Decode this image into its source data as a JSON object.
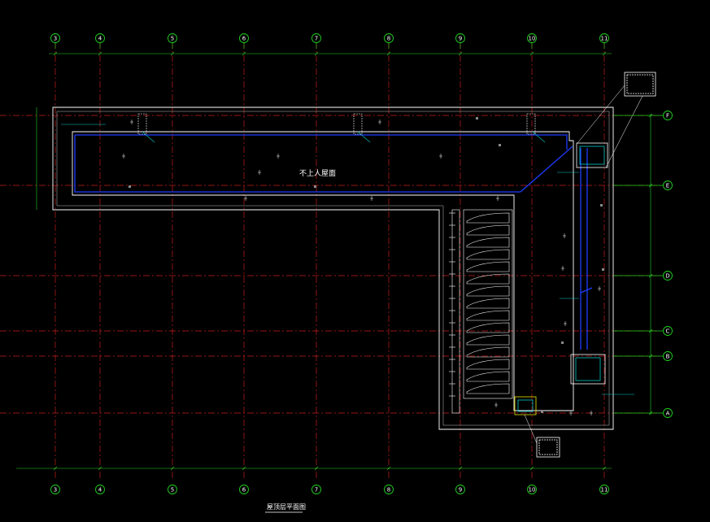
{
  "drawing": {
    "title": "屋顶层平面图",
    "roof_label": "不上人屋面",
    "col_axes": [
      "3",
      "4",
      "5",
      "6",
      "7",
      "8",
      "9",
      "10",
      "11"
    ],
    "row_axes": [
      "F",
      "E",
      "D",
      "C",
      "B",
      "A"
    ],
    "colors": {
      "background": "#000000",
      "axis_red": "#c81e1e",
      "axis_bubble": "#21d321",
      "wall": "#ffffff",
      "drain_blue": "#1e3cff",
      "annotation_cyan": "#00c8c8",
      "highlight_yellow": "#e6e600",
      "dim_gray": "#8a8a8a"
    }
  }
}
